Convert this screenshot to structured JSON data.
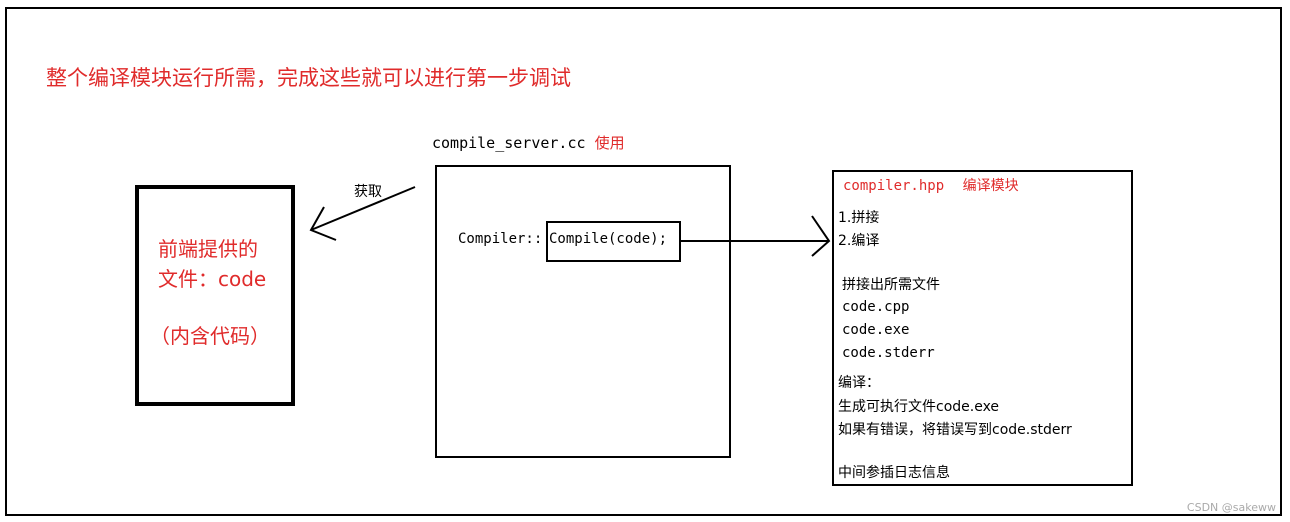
{
  "title": "整个编译模块运行所需，完成这些就可以进行第一步调试",
  "server_caption": {
    "file": "compile_server.cc",
    "usage": "使用"
  },
  "frontend": {
    "line1": "前端提供的",
    "line2": "文件：code",
    "line3": "（内含代码）"
  },
  "get_label": "获取",
  "server": {
    "prefix": "Compiler::",
    "call": "Compile(code);"
  },
  "compiler_module": {
    "header_file": "compiler.hpp",
    "header_label": "编译模块",
    "steps": [
      "1.拼接",
      "2.编译"
    ],
    "concat_title": "拼接出所需文件",
    "files": [
      "code.cpp",
      "code.exe",
      "code.stderr"
    ],
    "compile_title": "编译：",
    "compile_lines": [
      "生成可执行文件code.exe",
      "如果有错误，将错误写到code.stderr"
    ],
    "log_line": "中间参插日志信息"
  },
  "watermark": "CSDN @sakeww"
}
